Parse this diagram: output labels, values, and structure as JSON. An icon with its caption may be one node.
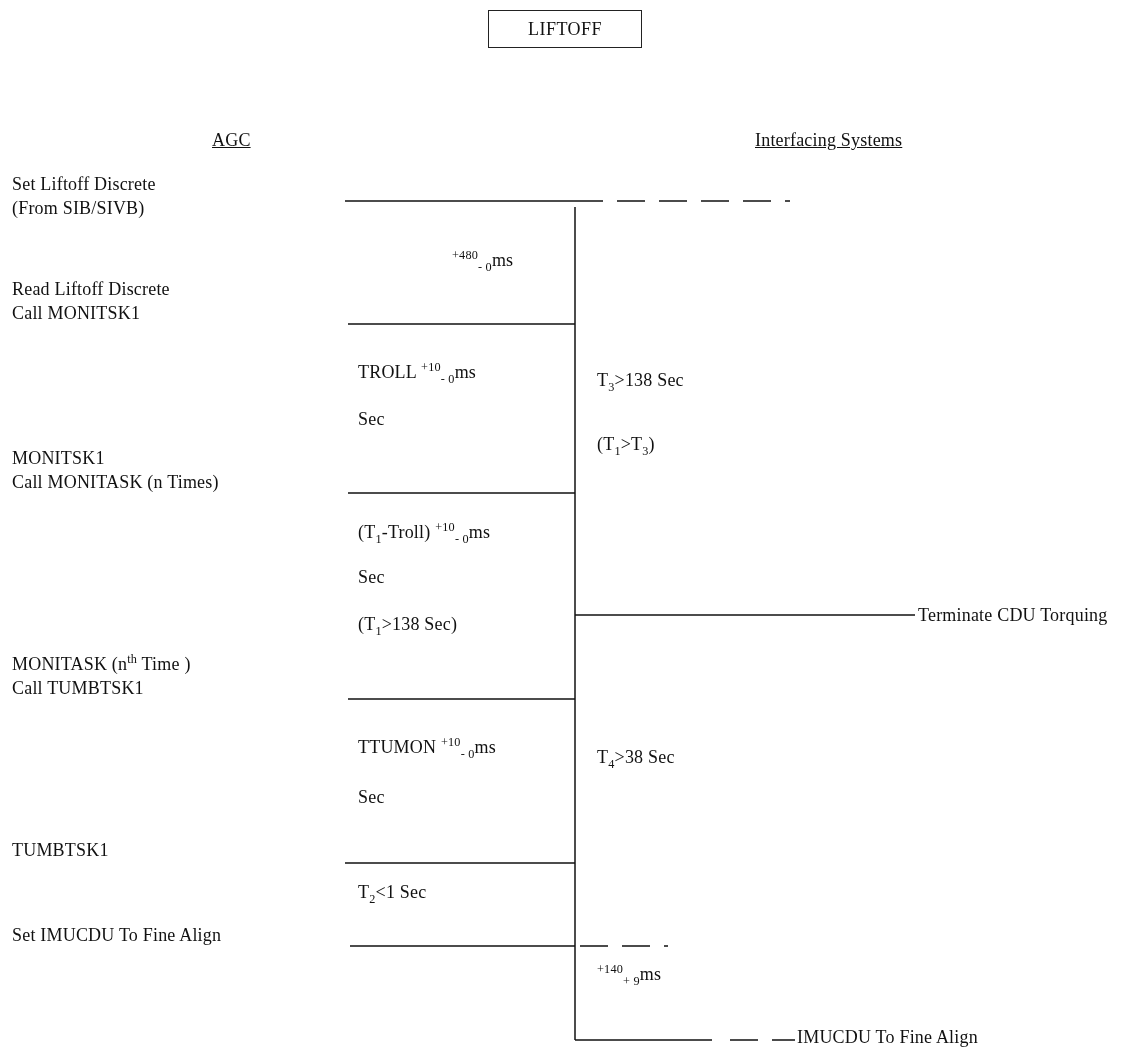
{
  "diagram": {
    "nodes": [
      {
        "text": [
          "LIFTOFF"
        ]
      }
    ],
    "labels": [
      "AGC",
      "Interfacing Systems",
      "Set Liftoff Discrete (From SIB/SIVB)",
      "$^{+480}$$_{- 0}$ms",
      "Read Liftoff Discrete Call MONITSK1",
      "TROLL $^{+10}$$_{- 0}$ms",
      "Sec",
      "T$_{3}$>138 Sec",
      "(T$_{1}$>T$_{3}$)",
      "MONITSK1 Call MONITASK (n Times)",
      "(T$_{1}$-Troll) $^{+10}$$_{- 0}$ms",
      "Sec",
      "(T$_{1}$>138 Sec)",
      "Terminate CDU Torquing",
      "MONITASK (n$^{th}$ Time ) Call TUMBTSK1",
      "TTUMON $^{+10}$$_{- 0}$ms",
      "Sec",
      "T$_{4}$>38 Sec",
      "TUMBTSK1",
      "T$_{2}$<1 Sec",
      "Set IMUCDU To Fine Align",
      "$^{+140}$$_{+ 9}$ms",
      "IMUCDU To Fine Align"
    ]
  }
}
